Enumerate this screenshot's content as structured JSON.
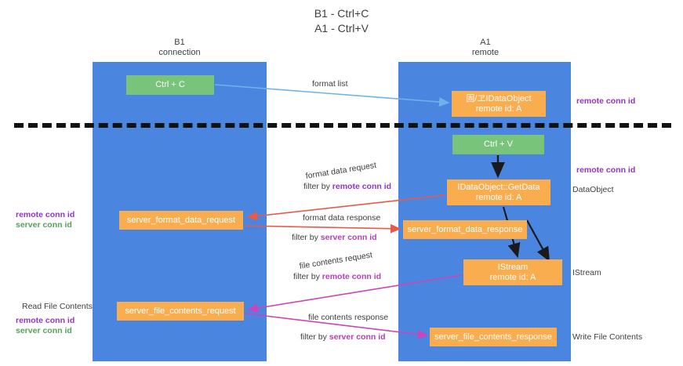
{
  "title": {
    "line1": "B1 - Ctrl+C",
    "line2": "A1 - Ctrl+V"
  },
  "lanes": [
    {
      "id": "b1",
      "name": "B1",
      "role": "connection",
      "color": "#4a86e0"
    },
    {
      "id": "a1",
      "name": "A1",
      "role": "remote",
      "color": "#4a86e0"
    }
  ],
  "colors": {
    "lane": "#4a86e0",
    "keystroke_box": "#78c47b",
    "message_box": "#f9ad4f",
    "remote_conn_id": "#9334c4",
    "server_conn_id_green": "#57a05a",
    "server_conn_id_magenta": "#b63fb6",
    "arrow_format_list": "#6fb2e8",
    "arrow_format_data": "#e8594a",
    "arrow_file_contents": "#cc44bb",
    "arrow_flow": "#1a1a1a",
    "divider": "#111111"
  },
  "nodes": {
    "ctrl_c": {
      "label": "Ctrl + C",
      "lane": "b1",
      "kind": "keystroke"
    },
    "data_object": {
      "label": "固/ヱIDataObject",
      "sub": "remote id: A",
      "lane": "a1",
      "kind": "message"
    },
    "ctrl_v": {
      "label": "Ctrl + V",
      "lane": "a1",
      "kind": "keystroke"
    },
    "get_data": {
      "label": "IDataObject::GetData",
      "sub": "remote id: A",
      "lane": "a1",
      "kind": "message"
    },
    "format_data_request": {
      "label": "server_format_data_request",
      "lane": "b1",
      "kind": "message"
    },
    "format_data_response": {
      "label": "server_format_data_response",
      "lane": "a1",
      "kind": "message"
    },
    "istream": {
      "label": "IStream",
      "sub": "remote id: A",
      "lane": "a1",
      "kind": "message"
    },
    "file_contents_request": {
      "label": "server_file_contents_request",
      "lane": "b1",
      "kind": "message"
    },
    "file_contents_response": {
      "label": "server_file_contents_response",
      "lane": "a1",
      "kind": "message"
    }
  },
  "edges": {
    "format_list": {
      "label": "format list"
    },
    "format_data_request": {
      "label": "format data request",
      "filter_prefix": "filter by ",
      "filter_key": "remote conn id"
    },
    "format_data_response": {
      "label": "format data response",
      "filter_prefix": "filter by ",
      "filter_key": "server conn id"
    },
    "file_contents_request": {
      "label": "file contents request",
      "filter_prefix": "filter by ",
      "filter_key": "remote conn id"
    },
    "file_contents_response": {
      "label": "file contents response",
      "filter_prefix": "filter by ",
      "filter_key": "server conn id"
    }
  },
  "right_annotations": {
    "remote_conn_id_top": "remote conn id",
    "remote_conn_id_mid": "remote conn id",
    "data_object": "DataObject",
    "istream": "IStream",
    "write_file_contents": "Write File Contents"
  },
  "left_annotations": {
    "group_top": {
      "remote": "remote conn id",
      "server": "server conn id"
    },
    "read_file_contents": "Read File Contents",
    "group_bottom": {
      "remote": "remote conn id",
      "server": "server conn id"
    }
  }
}
